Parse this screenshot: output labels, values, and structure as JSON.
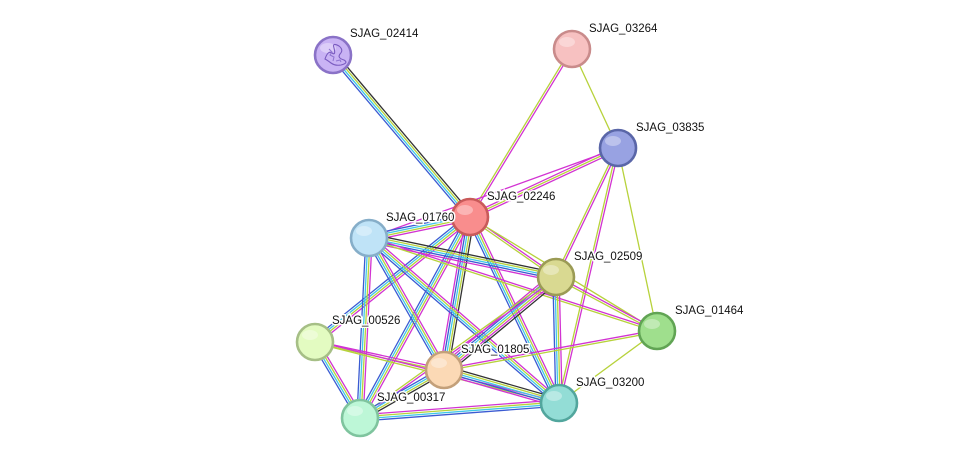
{
  "network": {
    "edge_colors": {
      "experiments": "#d233d2",
      "textmining": "#b7d23b",
      "coexpression": "#333333",
      "database": "#40c8e8",
      "homology": "#3b5bd2"
    },
    "nodes": [
      {
        "id": "SJAG_02414",
        "label": "SJAG_02414",
        "color": "#c9b3f4",
        "stroke": "#8a72c7",
        "icon": "protein-structure-icon"
      },
      {
        "id": "SJAG_03264",
        "label": "SJAG_03264",
        "color": "#f7c1c1",
        "stroke": "#c98b8b"
      },
      {
        "id": "SJAG_03835",
        "label": "SJAG_03835",
        "color": "#98a2e2",
        "stroke": "#5a66a8"
      },
      {
        "id": "SJAG_02246",
        "label": "SJAG_02246",
        "color": "#f98d8d",
        "stroke": "#c95a5a"
      },
      {
        "id": "SJAG_01760",
        "label": "SJAG_01760",
        "color": "#bfe3f7",
        "stroke": "#86aec9"
      },
      {
        "id": "SJAG_02509",
        "label": "SJAG_02509",
        "color": "#d9d991",
        "stroke": "#9b9b55"
      },
      {
        "id": "SJAG_01464",
        "label": "SJAG_01464",
        "color": "#9fdf8d",
        "stroke": "#61a454"
      },
      {
        "id": "SJAG_00526",
        "label": "SJAG_00526",
        "color": "#e3fbc1",
        "stroke": "#a6bf86"
      },
      {
        "id": "SJAG_01805",
        "label": "SJAG_01805",
        "color": "#fbd9b5",
        "stroke": "#c3a07a"
      },
      {
        "id": "SJAG_00317",
        "label": "SJAG_00317",
        "color": "#bdf7d7",
        "stroke": "#7fc49e"
      },
      {
        "id": "SJAG_03200",
        "label": "SJAG_03200",
        "color": "#93ddd6",
        "stroke": "#52a69d"
      }
    ],
    "edges": [
      {
        "from": "SJAG_02414",
        "to": "SJAG_02246",
        "types": [
          "coexpression",
          "textmining",
          "database",
          "homology"
        ]
      },
      {
        "from": "SJAG_03264",
        "to": "SJAG_02246",
        "types": [
          "experiments",
          "textmining"
        ]
      },
      {
        "from": "SJAG_03264",
        "to": "SJAG_03835",
        "types": [
          "textmining"
        ]
      },
      {
        "from": "SJAG_03835",
        "to": "SJAG_02246",
        "types": [
          "experiments",
          "textmining",
          "experiments"
        ]
      },
      {
        "from": "SJAG_03835",
        "to": "SJAG_02509",
        "types": [
          "experiments",
          "textmining"
        ]
      },
      {
        "from": "SJAG_03835",
        "to": "SJAG_01464",
        "types": [
          "textmining"
        ]
      },
      {
        "from": "SJAG_03835",
        "to": "SJAG_03200",
        "types": [
          "experiments",
          "textmining"
        ]
      },
      {
        "from": "SJAG_03835",
        "to": "SJAG_01760",
        "types": [
          "experiments"
        ]
      },
      {
        "from": "SJAG_02246",
        "to": "SJAG_01760",
        "types": [
          "experiments",
          "textmining",
          "database",
          "homology"
        ]
      },
      {
        "from": "SJAG_02246",
        "to": "SJAG_02509",
        "types": [
          "experiments",
          "textmining"
        ]
      },
      {
        "from": "SJAG_02246",
        "to": "SJAG_01464",
        "types": [
          "textmining"
        ]
      },
      {
        "from": "SJAG_02246",
        "to": "SJAG_00526",
        "types": [
          "experiments",
          "textmining",
          "database",
          "homology"
        ]
      },
      {
        "from": "SJAG_02246",
        "to": "SJAG_01805",
        "types": [
          "coexpression",
          "textmining",
          "database",
          "homology",
          "experiments"
        ]
      },
      {
        "from": "SJAG_02246",
        "to": "SJAG_00317",
        "types": [
          "experiments",
          "textmining",
          "database",
          "homology"
        ]
      },
      {
        "from": "SJAG_02246",
        "to": "SJAG_03200",
        "types": [
          "experiments",
          "textmining",
          "database",
          "homology"
        ]
      },
      {
        "from": "SJAG_01760",
        "to": "SJAG_02509",
        "types": [
          "coexpression",
          "textmining",
          "database",
          "homology",
          "experiments"
        ]
      },
      {
        "from": "SJAG_01760",
        "to": "SJAG_01464",
        "types": [
          "experiments",
          "textmining"
        ]
      },
      {
        "from": "SJAG_01760",
        "to": "SJAG_01805",
        "types": [
          "experiments",
          "textmining",
          "database",
          "homology"
        ]
      },
      {
        "from": "SJAG_01760",
        "to": "SJAG_00317",
        "types": [
          "experiments",
          "textmining",
          "database",
          "homology"
        ]
      },
      {
        "from": "SJAG_01760",
        "to": "SJAG_03200",
        "types": [
          "experiments",
          "textmining",
          "database",
          "homology"
        ]
      },
      {
        "from": "SJAG_02509",
        "to": "SJAG_01464",
        "types": [
          "experiments",
          "textmining"
        ]
      },
      {
        "from": "SJAG_02509",
        "to": "SJAG_01805",
        "types": [
          "coexpression",
          "experiments",
          "textmining",
          "database",
          "homology",
          "experiments"
        ]
      },
      {
        "from": "SJAG_02509",
        "to": "SJAG_00317",
        "types": [
          "experiments",
          "textmining"
        ]
      },
      {
        "from": "SJAG_02509",
        "to": "SJAG_03200",
        "types": [
          "experiments",
          "textmining",
          "database",
          "homology"
        ]
      },
      {
        "from": "SJAG_01464",
        "to": "SJAG_01805",
        "types": [
          "textmining",
          "experiments"
        ]
      },
      {
        "from": "SJAG_01464",
        "to": "SJAG_03200",
        "types": [
          "textmining"
        ]
      },
      {
        "from": "SJAG_00526",
        "to": "SJAG_01805",
        "types": [
          "experiments",
          "textmining"
        ]
      },
      {
        "from": "SJAG_00526",
        "to": "SJAG_00317",
        "types": [
          "experiments",
          "textmining",
          "database",
          "homology"
        ]
      },
      {
        "from": "SJAG_00526",
        "to": "SJAG_03200",
        "types": [
          "experiments",
          "textmining"
        ]
      },
      {
        "from": "SJAG_01805",
        "to": "SJAG_00317",
        "types": [
          "coexpression",
          "textmining",
          "database",
          "homology"
        ]
      },
      {
        "from": "SJAG_01805",
        "to": "SJAG_03200",
        "types": [
          "coexpression",
          "textmining",
          "database",
          "homology",
          "experiments"
        ]
      },
      {
        "from": "SJAG_00317",
        "to": "SJAG_03200",
        "types": [
          "experiments",
          "textmining",
          "database",
          "homology"
        ]
      }
    ]
  }
}
